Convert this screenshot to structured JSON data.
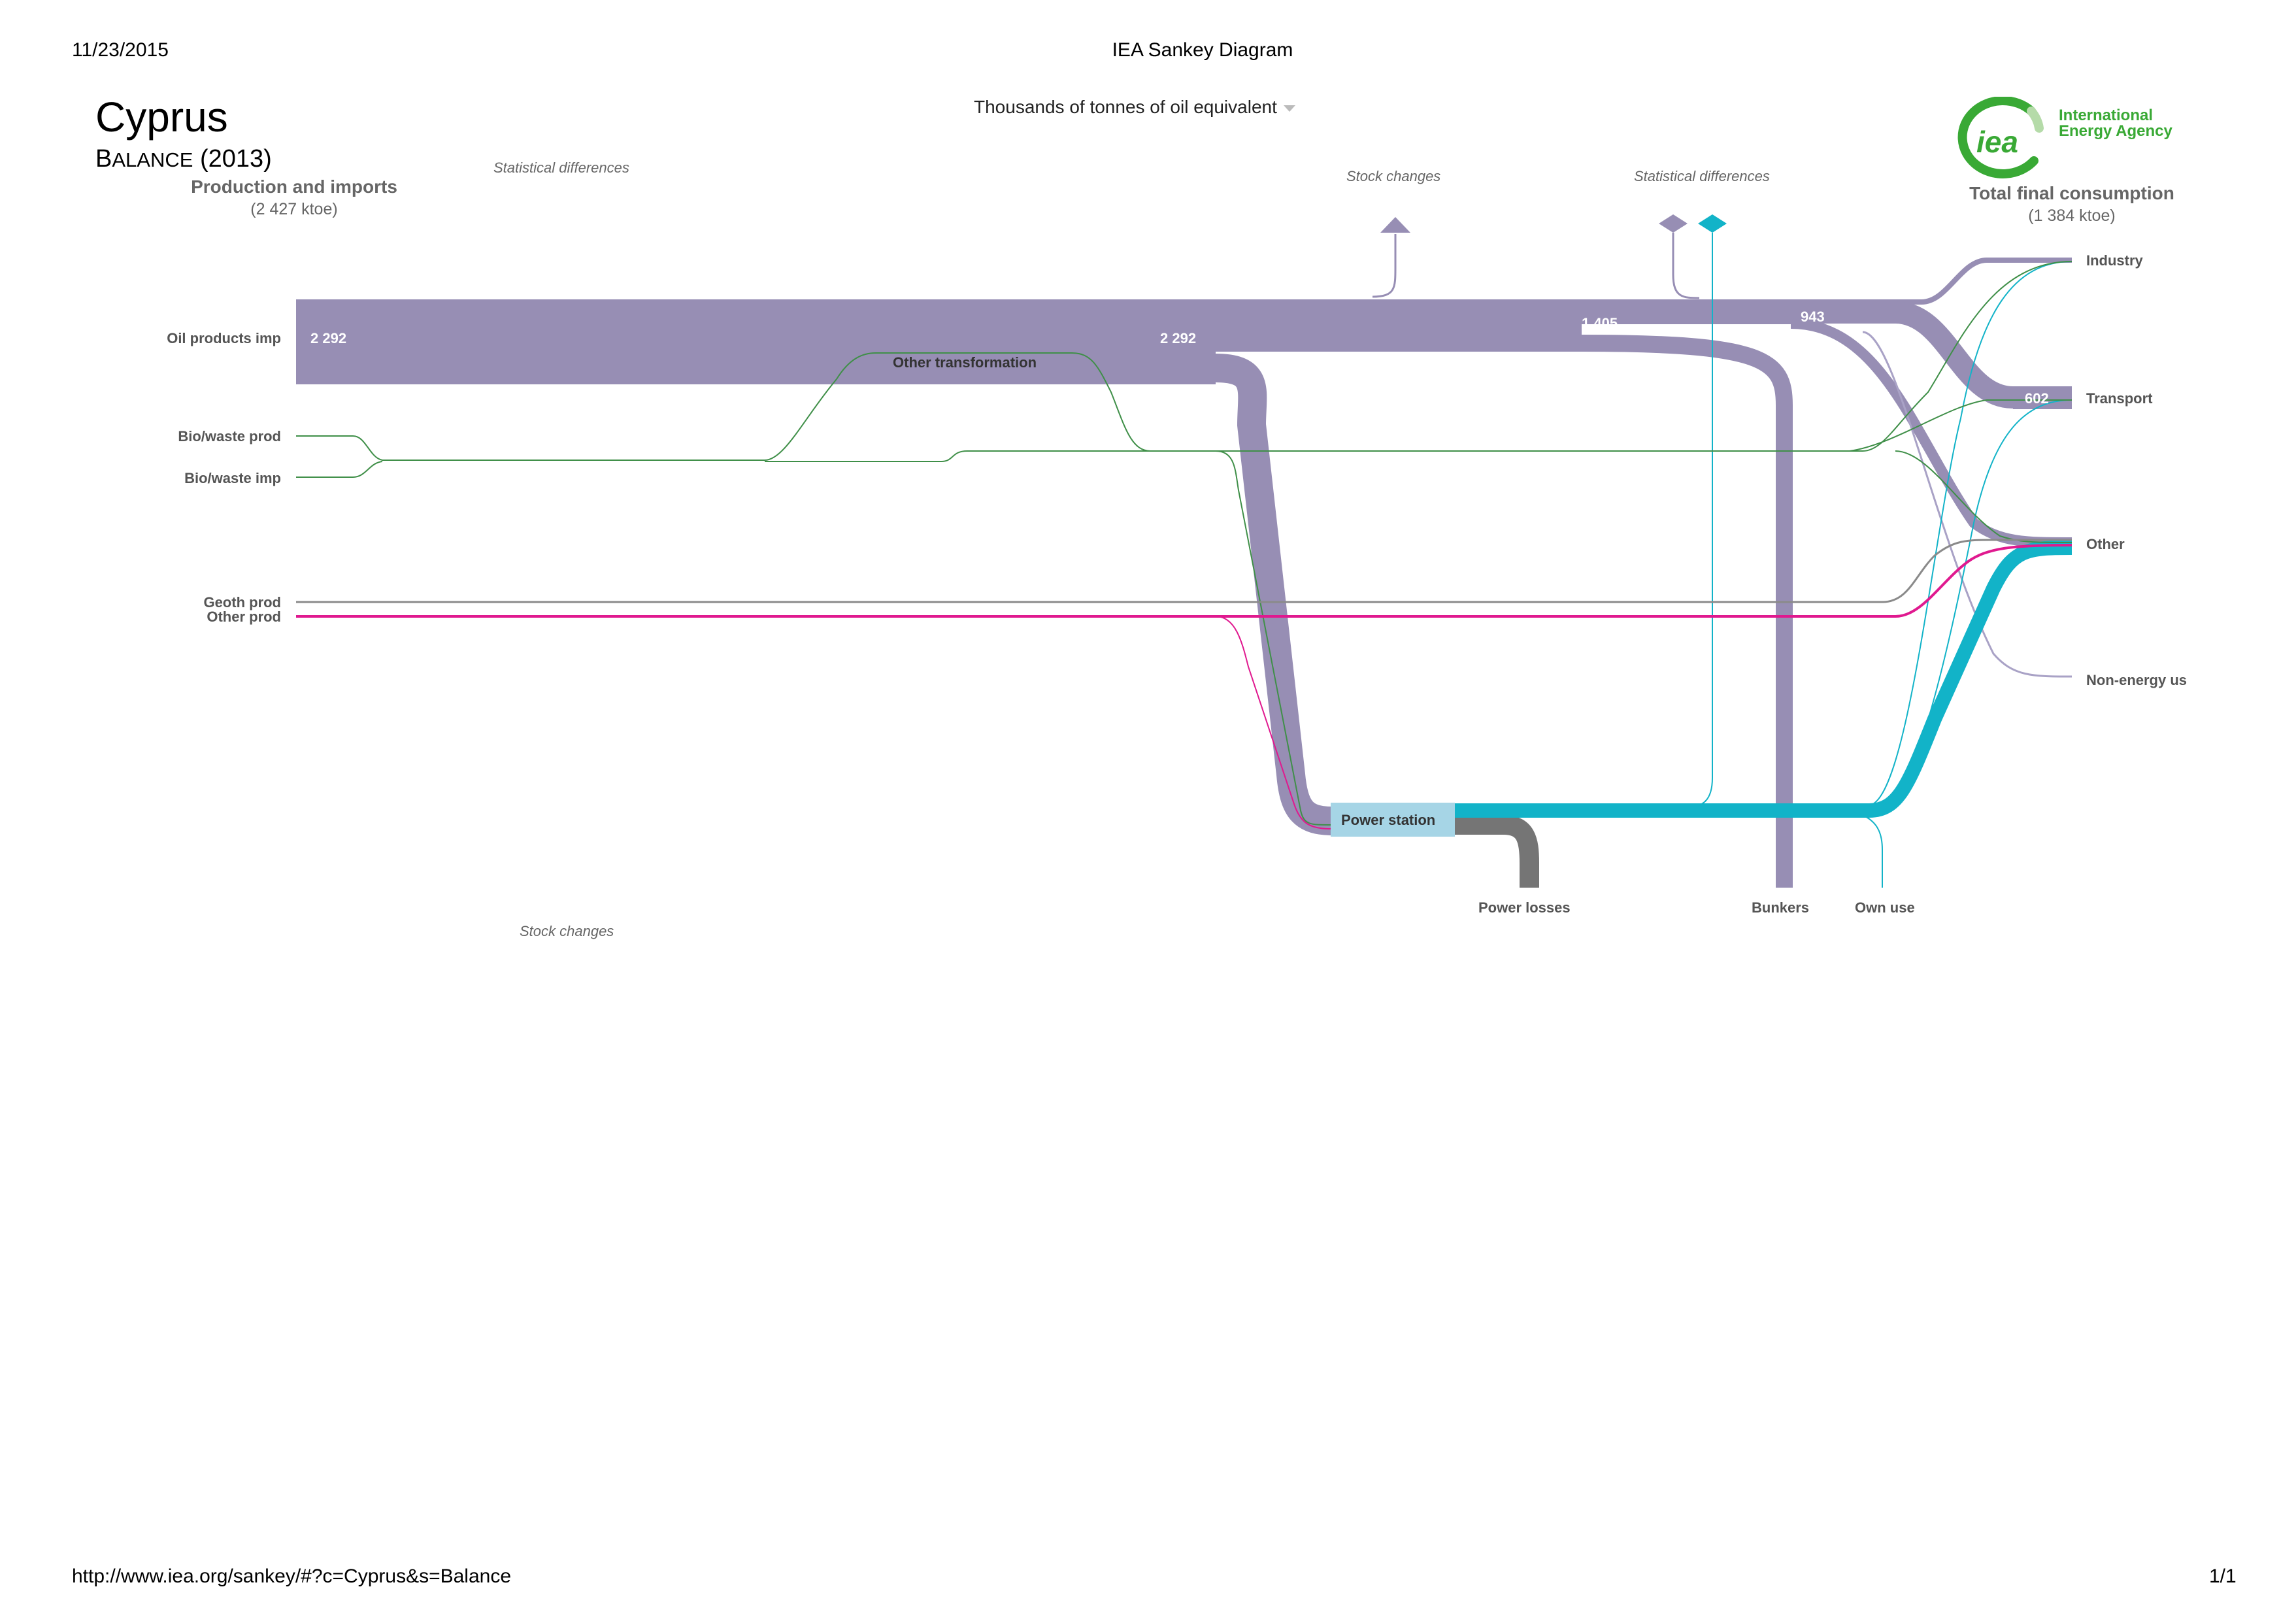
{
  "header": {
    "date": "11/23/2015",
    "page_title": "IEA Sankey Diagram"
  },
  "footer": {
    "url": "http://www.iea.org/sankey/#?c=Cyprus&s=Balance",
    "page_number": "1/1"
  },
  "diagram": {
    "country": "Cyprus",
    "subtitle_first": "B",
    "subtitle_rest": "ALANCE",
    "year": "(2013)",
    "unit_selector": "Thousands of tonnes of oil equivalent",
    "left_heading": "Production and imports",
    "left_total": "(2 427 ktoe)",
    "right_heading": "Total final consumption",
    "right_total": "(1 384 ktoe)",
    "logo": {
      "mark": "iea",
      "line1": "International",
      "line2": "Energy Agency"
    },
    "notes": {
      "stat_diff_left": "Statistical differences",
      "stock_changes_top": "Stock  changes",
      "stat_diff_right": "Statistical differences",
      "stock_changes_bottom": "Stock changes"
    },
    "sources": {
      "oil_products_imp": "Oil products imp",
      "bio_waste_prod": "Bio/waste prod",
      "bio_waste_imp": "Bio/waste imp",
      "geoth_prod": "Geoth prod",
      "other_prod": "Other prod"
    },
    "nodes": {
      "other_transformation": "Other transformation",
      "power_station": "Power station",
      "power_losses": "Power losses",
      "bunkers": "Bunkers",
      "own_use": "Own use"
    },
    "sinks": {
      "industry": "Industry",
      "transport": "Transport",
      "other": "Other",
      "non_energy": "Non-energy us"
    },
    "flow_values": {
      "oil_import": "2 292",
      "oil_after_transformation": "2 292",
      "oil_after_bunkers": "1 405",
      "oil_to_final": "943",
      "transport": "602"
    },
    "colors": {
      "oil": "#978eb4",
      "biowaste": "#3f8f48",
      "geothermal": "#8a8a8a",
      "other_renewables": "#e0198f",
      "electricity": "#12b3c8",
      "power_station_box": "#a6d5e6",
      "losses": "#757575",
      "logo_green": "#39a935"
    }
  }
}
